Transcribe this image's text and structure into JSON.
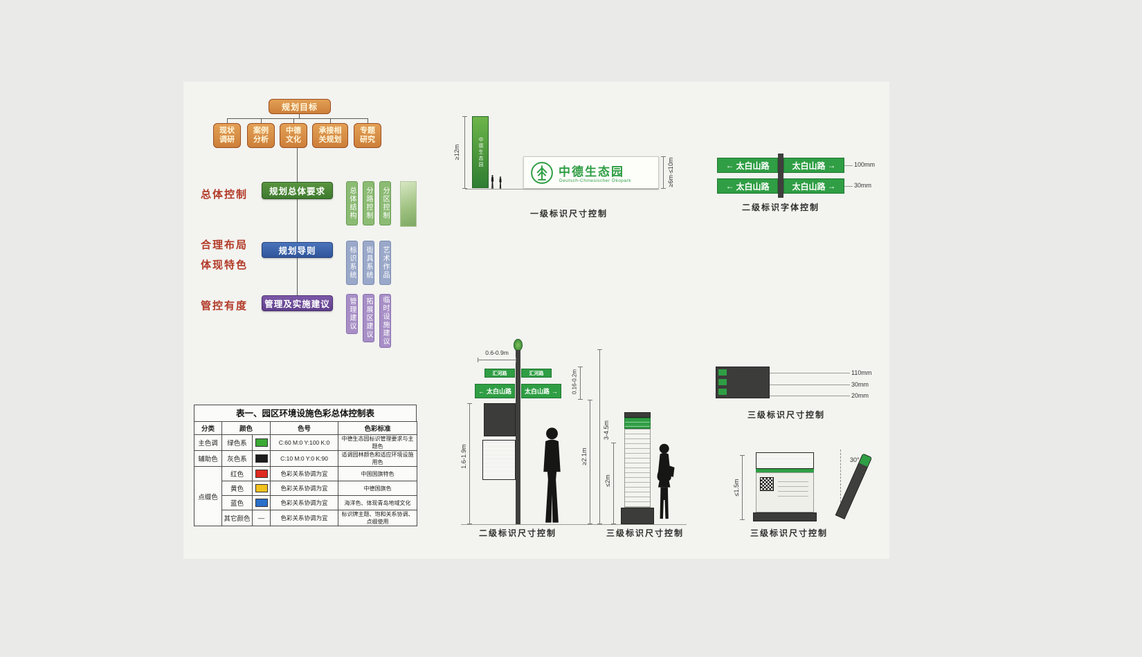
{
  "symbols": {
    "arrow_left": "←",
    "arrow_right": "→"
  },
  "flowchart": {
    "goal": "规划目标",
    "inputs": [
      "现状\n调研",
      "案例\n分析",
      "中德\n文化",
      "承接相\n关规划",
      "专题\n研究"
    ],
    "stages": [
      {
        "label": "总体控制",
        "box": "规划总体要求",
        "pills": [
          "总体结构",
          "分路控制",
          "分区控制"
        ]
      },
      {
        "label": "合理布局\n体现特色",
        "box": "规划导则",
        "pills": [
          "标识系统",
          "街具系统",
          "艺术作品"
        ]
      },
      {
        "label": "管控有度",
        "box": "管理及实施建议",
        "pills": [
          "管理建议",
          "拓展区建议",
          "临时设施建议"
        ]
      }
    ]
  },
  "table": {
    "title": "表一、园区环境设施色彩总体控制表",
    "headers": [
      "分类",
      "颜色",
      "色号",
      "色彩标准"
    ],
    "rows": [
      {
        "category": "主色调",
        "name": "绿色系",
        "swatch": "#3aaa35",
        "code": "C:60  M:0  Y:100  K:0",
        "standard": "中德生态园标识管理要求与主题色"
      },
      {
        "category": "辅助色",
        "name": "灰色系",
        "swatch": "#1c1c1c",
        "code": "C:10  M:0  Y:0  K:90",
        "standard": "适调园林颜色和适应环境设施用色"
      },
      {
        "category": "点缀色",
        "name": "红色",
        "swatch": "#e02a1f",
        "code": "色彩关系协调为宜",
        "standard": "中国国旗特色"
      },
      {
        "category": "",
        "name": "黄色",
        "swatch": "#f2c21d",
        "code": "色彩关系协调为宜",
        "standard": "中德国旗色"
      },
      {
        "category": "",
        "name": "蓝色",
        "swatch": "#2a6fc9",
        "code": "色彩关系协调为宜",
        "standard": "海洋色、体现青岛地域文化"
      },
      {
        "category": "",
        "name": "其它颜色",
        "swatch": "—",
        "code": "色彩关系协调为宜",
        "standard": "标识牌主题、饱和关系协调、点缀使用"
      }
    ]
  },
  "primary_sign": {
    "banner_text": "中德生态园",
    "height_dim": "≥12m",
    "logo_title": "中德生态园",
    "logo_subtitle": "Deutsch-Chinesischer Ökopark",
    "right_dim": "≥6m·≤10m",
    "caption": "一级标识尺寸控制"
  },
  "secondary_font": {
    "street": "太白山路",
    "dim_top": "100mm",
    "dim_bottom": "30mm",
    "caption": "二级标识字体控制"
  },
  "secondary_size": {
    "dim_top_width": "0.6-0.9m",
    "small_left": "汇河路",
    "small_right": "汇河路",
    "street": "太白山路",
    "dim_panel": "0.16-0.2m",
    "dim_total": "3-4.5m",
    "dim_clear": "≥2.1m",
    "dim_board": "1.6-1.9m",
    "caption": "二级标识尺寸控制"
  },
  "tertiary_monolith": {
    "dim_height": "≤2m",
    "caption": "三级标识尺寸控制"
  },
  "tertiary_detail": {
    "dims": [
      "110mm",
      "30mm",
      "20mm"
    ],
    "caption": "三级标识尺寸控制"
  },
  "tertiary_kiosk": {
    "dim_height": "≤1.5m",
    "angle": "30°",
    "caption": "三级标识尺寸控制"
  }
}
